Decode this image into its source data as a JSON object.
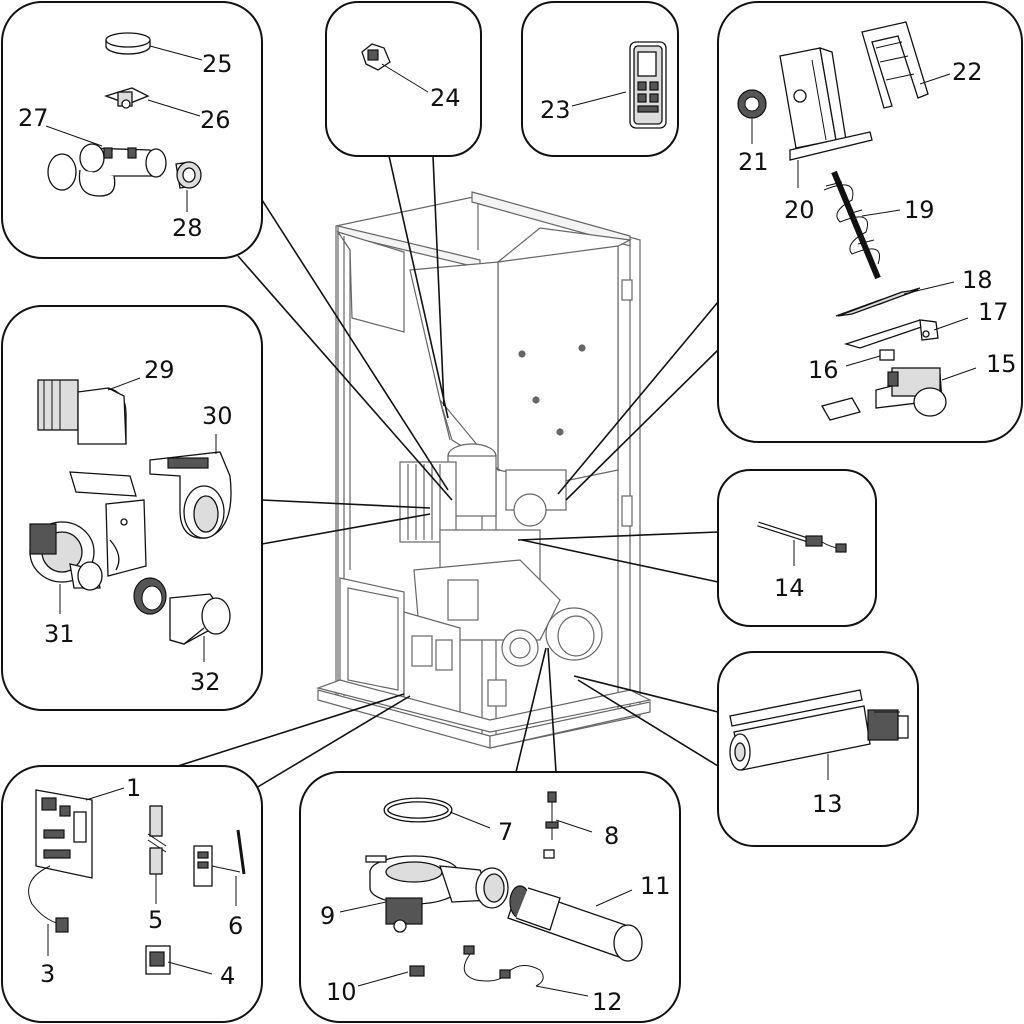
{
  "diagram": {
    "labels": {
      "p1": "1",
      "p3": "3",
      "p4": "4",
      "p5": "5",
      "p6": "6",
      "p7": "7",
      "p8": "8",
      "p9": "9",
      "p10": "10",
      "p11": "11",
      "p12": "12",
      "p13": "13",
      "p14": "14",
      "p15": "15",
      "p16": "16",
      "p17": "17",
      "p18": "18",
      "p19": "19",
      "p20": "20",
      "p21": "21",
      "p22": "22",
      "p23": "23",
      "p24": "24",
      "p25": "25",
      "p26": "26",
      "p27": "27",
      "p28": "28",
      "p29": "29",
      "p30": "30",
      "p31": "31",
      "p32": "32"
    },
    "colors": {
      "ink": "#111111",
      "panel_fill": "#ffffff",
      "stove_line": "#666666"
    }
  }
}
